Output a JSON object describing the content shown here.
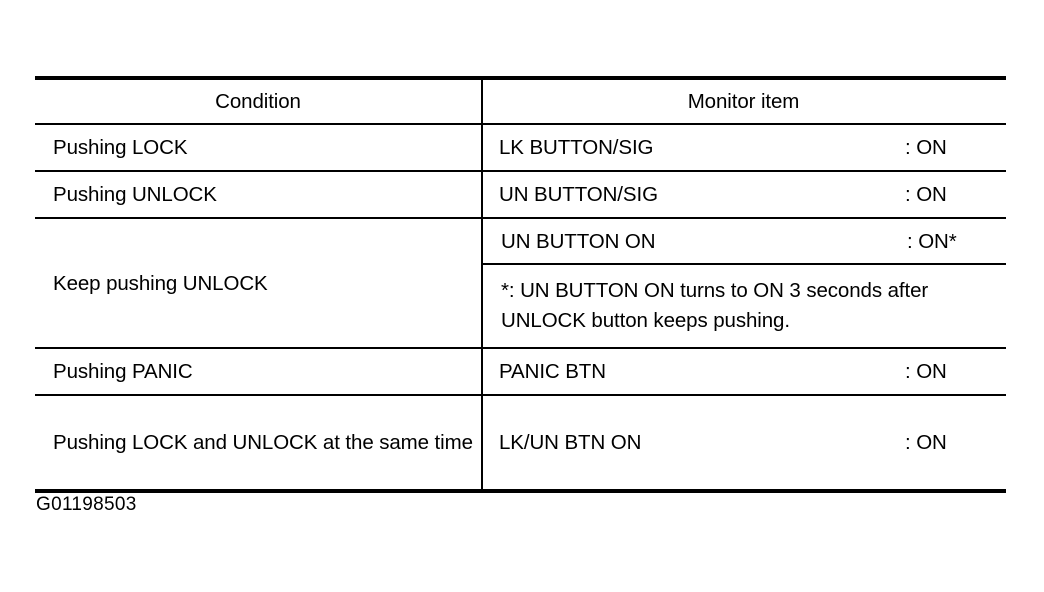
{
  "figure": {
    "caption": "G01198503"
  },
  "table": {
    "headers": {
      "condition": "Condition",
      "monitor_item": "Monitor item"
    },
    "rows": [
      {
        "condition": "Pushing LOCK",
        "monitor_name": "LK BUTTON/SIG",
        "monitor_value": ": ON"
      },
      {
        "condition": "Pushing UNLOCK",
        "monitor_name": "UN BUTTON/SIG",
        "monitor_value": ": ON"
      },
      {
        "condition": "Keep pushing UNLOCK",
        "monitor_name": "UN BUTTON ON",
        "monitor_value": ": ON*",
        "note": "*: UN BUTTON ON turns to ON 3 seconds after UNLOCK button keeps pushing."
      },
      {
        "condition": "Pushing PANIC",
        "monitor_name": "PANIC BTN",
        "monitor_value": ": ON"
      },
      {
        "condition": "Pushing LOCK and UNLOCK at the same time",
        "monitor_name": "LK/UN BTN ON",
        "monitor_value": ": ON"
      }
    ]
  }
}
